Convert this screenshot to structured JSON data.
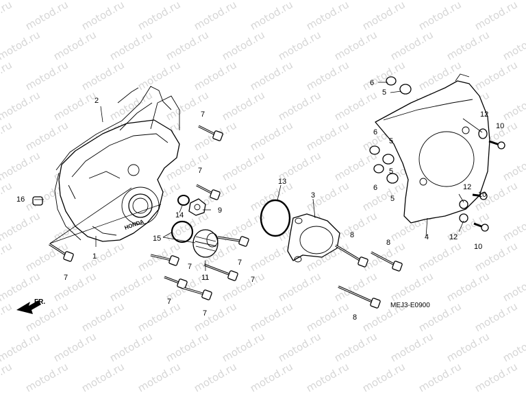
{
  "watermark": "motod.ru",
  "diagram_code": "MEJ3-E0900",
  "front_label": "FR.",
  "brand_text": "HONDA",
  "callouts": {
    "c1": "1",
    "c2": "2",
    "c3": "3",
    "c4": "4",
    "c5a": "5",
    "c5b": "5",
    "c5c": "5",
    "c5d": "5",
    "c6a": "6",
    "c6b": "6",
    "c6c": "6",
    "c7a": "7",
    "c7b": "7",
    "c7c": "7",
    "c7d": "7",
    "c7e": "7",
    "c7f": "7",
    "c7g": "7",
    "c7h": "7",
    "c8a": "8",
    "c8b": "8",
    "c8c": "8",
    "c9": "9",
    "c10a": "10",
    "c10b": "10",
    "c10c": "10",
    "c11": "11",
    "c12a": "12",
    "c12b": "12",
    "c12c": "12",
    "c13": "13",
    "c14": "14",
    "c15": "15",
    "c16": "16"
  }
}
